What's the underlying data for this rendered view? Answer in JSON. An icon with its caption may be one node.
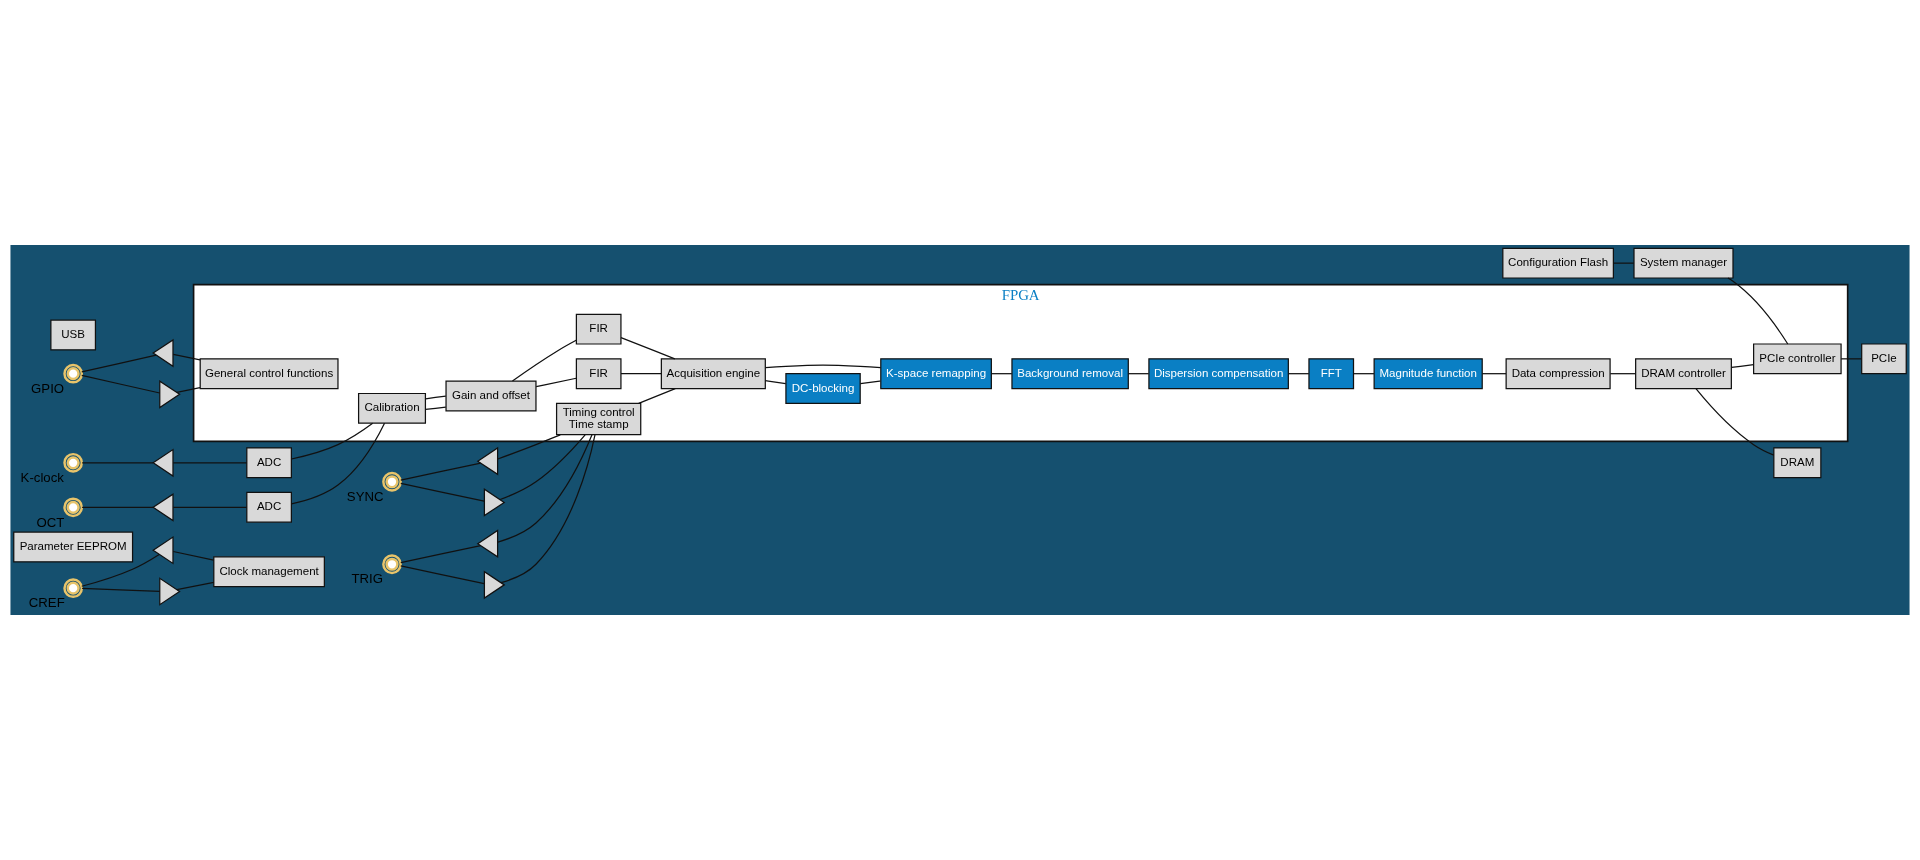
{
  "diagram": {
    "nodes": [
      {
        "text": [],
        "shape": "circle",
        "beside": [
          "CREF"
        ]
      },
      {
        "text": [],
        "shape": "triangle"
      },
      {
        "text": [],
        "shape": "triangle"
      },
      {
        "text": [
          "Clock management"
        ]
      },
      {
        "text": [
          "Parameter EEPROM"
        ]
      },
      {
        "text": [
          "Configuration Flash"
        ]
      },
      {
        "text": [
          "System manager"
        ]
      },
      {
        "text": [
          "USB"
        ]
      },
      {
        "text": [],
        "shape": "circle",
        "beside": [
          "SYNC"
        ]
      },
      {
        "text": [],
        "shape": "triangle"
      },
      {
        "text": [],
        "shape": "triangle"
      },
      {
        "text": [
          "FPGA"
        ]
      },
      {
        "text": [
          "Timing control",
          "Time stamp"
        ],
        "in": 11
      },
      {
        "text": [],
        "shape": "circle",
        "beside": [
          "TRIG"
        ]
      },
      {
        "text": [],
        "shape": "triangle"
      },
      {
        "text": [],
        "shape": "triangle"
      },
      {
        "text": [
          "Acquisition engine"
        ],
        "in": 11
      },
      {
        "text": [
          "DC-blocking"
        ],
        "in": 11
      },
      {
        "text": [
          "K-space remapping"
        ],
        "in": 11
      },
      {
        "text": [
          "Background removal"
        ],
        "in": 11
      },
      {
        "text": [
          "Dispersion compensation"
        ],
        "in": 11
      },
      {
        "text": [
          "FFT"
        ],
        "in": 11
      },
      {
        "text": [
          "Magnitude function"
        ],
        "in": 11
      },
      {
        "text": [
          "Data compression"
        ],
        "in": 11
      },
      {
        "text": [
          "DRAM controller"
        ],
        "in": 11
      },
      {
        "text": [
          "PCIe controller"
        ],
        "in": 11
      },
      {
        "text": [
          "PCIe"
        ]
      },
      {
        "text": [],
        "shape": "circle",
        "beside": [
          "K-clock"
        ]
      },
      {
        "text": [],
        "shape": "triangle"
      },
      {
        "text": [
          "ADC"
        ]
      },
      {
        "text": [
          "Calibration"
        ],
        "in": 11
      },
      {
        "text": [
          "Gain and offset"
        ],
        "in": 11
      },
      {
        "text": [
          "FIR"
        ],
        "in": 11
      },
      {
        "text": [],
        "shape": "circle",
        "beside": [
          "OCT"
        ]
      },
      {
        "text": [],
        "shape": "triangle"
      },
      {
        "text": [
          "ADC"
        ]
      },
      {
        "text": [
          "FIR"
        ],
        "in": 11
      },
      {
        "text": [
          "DRAM"
        ]
      },
      {
        "text": [],
        "shape": "circle",
        "beside": [
          "GPIO"
        ]
      },
      {
        "text": [],
        "shape": "triangle"
      },
      {
        "text": [],
        "shape": "triangle"
      },
      {
        "text": [
          "General control functions"
        ],
        "in": 11
      }
    ],
    "edges": [
      {
        "from": 0,
        "to": 1,
        "arrow": "none"
      },
      {
        "from": 1,
        "to": 3,
        "arrow": "none"
      },
      {
        "from": 0,
        "to": 2,
        "arrow": "none"
      },
      {
        "from": 2,
        "to": 3,
        "arrow": "none"
      },
      {
        "from": 5,
        "to": 6,
        "arrow": "none"
      },
      {
        "from": 8,
        "to": 9,
        "arrow": "none"
      },
      {
        "from": 9,
        "to": 12,
        "arrow": "none"
      },
      {
        "from": 8,
        "to": 10,
        "arrow": "none"
      },
      {
        "from": 10,
        "to": 12,
        "arrow": "none"
      },
      {
        "from": 13,
        "to": 14,
        "arrow": "none"
      },
      {
        "from": 14,
        "to": 12,
        "arrow": "none"
      },
      {
        "from": 13,
        "to": 15,
        "arrow": "none"
      },
      {
        "from": 15,
        "to": 12,
        "arrow": "none"
      },
      {
        "from": 12,
        "to": 16,
        "arrow": "none"
      },
      {
        "from": 27,
        "to": 28,
        "arrow": "none"
      },
      {
        "from": 28,
        "to": 29,
        "arrow": "none"
      },
      {
        "from": 29,
        "to": 30,
        "arrow": "none"
      },
      {
        "from": 30,
        "to": 31,
        "arrow": "none"
      },
      {
        "from": 31,
        "to": 32,
        "arrow": "none"
      },
      {
        "from": 32,
        "to": 16,
        "arrow": "none"
      },
      {
        "from": 33,
        "to": 34,
        "arrow": "none"
      },
      {
        "from": 34,
        "to": 35,
        "arrow": "none"
      },
      {
        "from": 35,
        "to": 30,
        "arrow": "none"
      },
      {
        "from": 30,
        "to": 31,
        "arrow": "none"
      },
      {
        "from": 31,
        "to": 36,
        "arrow": "none"
      },
      {
        "from": 36,
        "to": 16,
        "arrow": "none"
      },
      {
        "from": 16,
        "to": 17,
        "arrow": "none"
      },
      {
        "from": 17,
        "to": 18,
        "arrow": "none"
      },
      {
        "from": 16,
        "to": 18,
        "arrow": "none"
      },
      {
        "from": 18,
        "to": 19,
        "arrow": "none"
      },
      {
        "from": 19,
        "to": 20,
        "arrow": "none"
      },
      {
        "from": 20,
        "to": 21,
        "arrow": "none"
      },
      {
        "from": 21,
        "to": 22,
        "arrow": "none"
      },
      {
        "from": 22,
        "to": 23,
        "arrow": "none"
      },
      {
        "from": 23,
        "to": 24,
        "arrow": "none"
      },
      {
        "from": 24,
        "to": 37,
        "arrow": "none"
      },
      {
        "from": 24,
        "to": 25,
        "arrow": "none"
      },
      {
        "from": 25,
        "to": 26,
        "arrow": "none"
      },
      {
        "from": 6,
        "to": 25,
        "arrow": "none"
      },
      {
        "from": 38,
        "to": 39,
        "arrow": "none"
      },
      {
        "from": 39,
        "to": 41,
        "arrow": "none"
      },
      {
        "from": 38,
        "to": 40,
        "arrow": "none"
      },
      {
        "from": 40,
        "to": 41,
        "arrow": "none"
      }
    ]
  }
}
